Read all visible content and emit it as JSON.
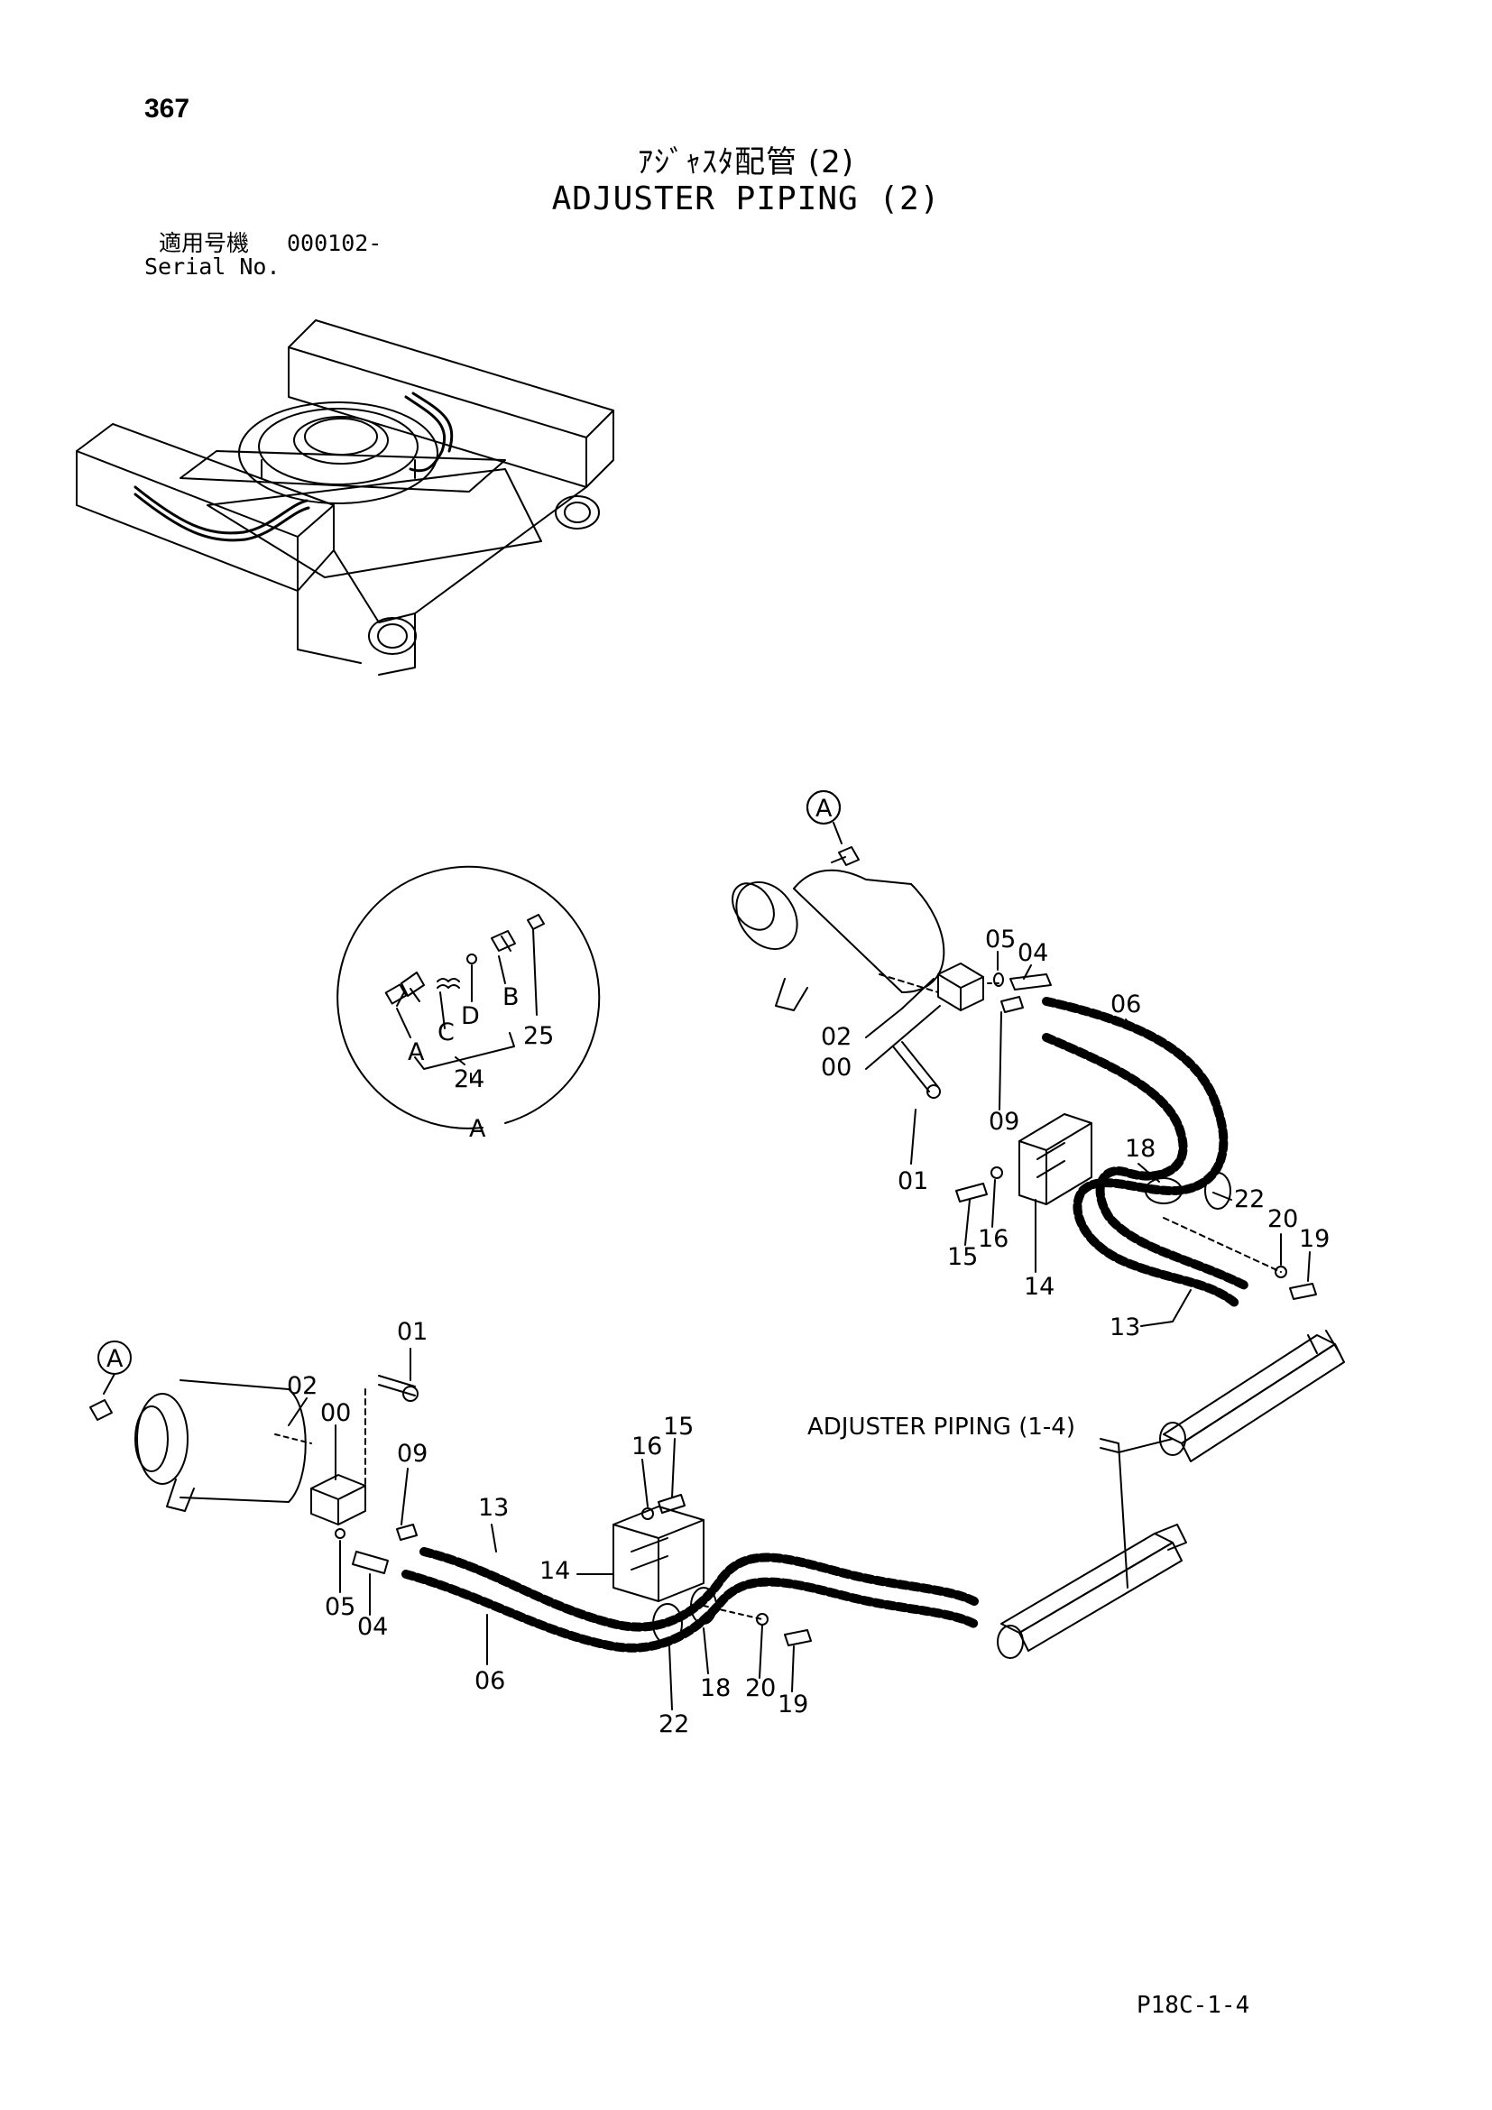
{
  "page_number": "367",
  "title_jp": "ｱｼﾞｬｽﾀ配管 (2)",
  "title_en": "ADJUSTER PIPING (2)",
  "serial": {
    "applicable_jp": "適用号機",
    "number": "000102-",
    "label_en": "Serial No."
  },
  "detail_view": {
    "letters": [
      "A",
      "C",
      "D",
      "B"
    ],
    "refs": [
      "24",
      "25"
    ],
    "view_label": "A"
  },
  "callout_letter": "A",
  "upper_assembly_labels": [
    "05",
    "04",
    "06",
    "02",
    "00",
    "09",
    "01",
    "18",
    "22",
    "20",
    "19",
    "15",
    "16",
    "14",
    "13"
  ],
  "lower_assembly_labels": [
    "01",
    "02",
    "00",
    "09",
    "13",
    "16",
    "15",
    "14",
    "05",
    "04",
    "06",
    "18",
    "20",
    "19",
    "22"
  ],
  "reference_note": "ADJUSTER PIPING (1-4)",
  "footer_code": "P18C-1-4"
}
